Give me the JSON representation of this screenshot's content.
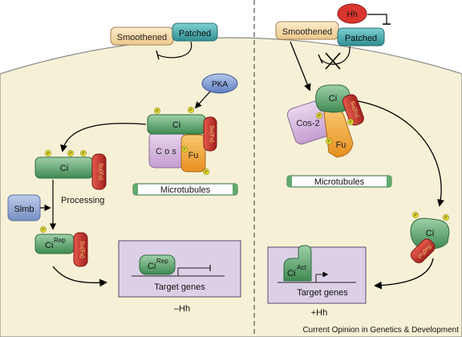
{
  "left_panel": {
    "smoothened": "Smoothened",
    "patched": "Patched",
    "pka": "PKA",
    "ci_top": "Ci",
    "sufu_top": "Su(Fu)",
    "cos": "C o s",
    "fu": "Fu",
    "microtubules": "Microtubules",
    "ci_mid": "Ci",
    "sufu_mid": "Su(Fu)",
    "slimb": "Slmb",
    "processing": "Processing",
    "ci_rep_base": "Ci",
    "ci_rep_sup": "Rep",
    "sufu_rep": "Su(Fu)",
    "target_ci_base": "Ci",
    "target_ci_sup": "Rep",
    "target_genes": "Target genes",
    "condition": "–Hh"
  },
  "right_panel": {
    "hh": "Hh",
    "smoothened": "Smoothened",
    "patched": "Patched",
    "ci_complex": "Ci",
    "sufu_complex": "Su(Fu)",
    "cos2": "Cos-2",
    "fu": "Fu",
    "microtubules": "Microtubules",
    "ci_free": "Ci",
    "sufu_free": "Su(Fu)",
    "target_ci_base": "Ci",
    "target_ci_sup": "Act",
    "target_genes": "Target genes",
    "condition": "+Hh"
  },
  "phospho_label": "P",
  "footer": "Current Opinion in Genetics & Development",
  "colors": {
    "cytoplasm": "#f6f1d6",
    "smoothened": "#f7ddb0",
    "patched": "#4fb3b5",
    "ci": "#5faa6e",
    "sufu": "#c8312c",
    "cos": "#d7b8df",
    "fu": "#f0a637",
    "pka": "#7d97cf",
    "slimb": "#a6bfe0",
    "hh": "#d8352e",
    "nucleus": "#dcd0e6",
    "phospho": "#e8e030"
  }
}
